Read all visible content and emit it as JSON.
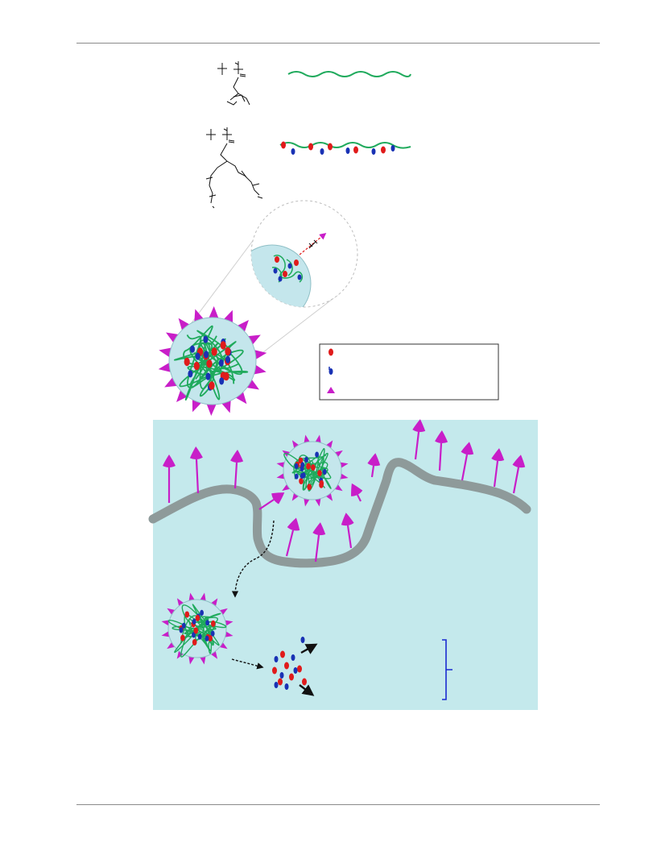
{
  "figure": {
    "colors": {
      "polymer": "#1faa5c",
      "drug_red": "#e01b1b",
      "drug_blue": "#1932b4",
      "ligand": "#c81ec8",
      "particle_fill": "#c4e6ec",
      "cell_background": "#c4e9ec",
      "membrane": "#8e9a9a",
      "callout_border": "#bdbdbd",
      "legend_border": "#333333",
      "bracket": "#1a2bd1"
    },
    "legend": {
      "entries": [
        {
          "shape": "red-ellipse",
          "label": ""
        },
        {
          "shape": "blue-molecule",
          "label": ""
        },
        {
          "shape": "magenta-triangle",
          "label": ""
        }
      ]
    }
  }
}
